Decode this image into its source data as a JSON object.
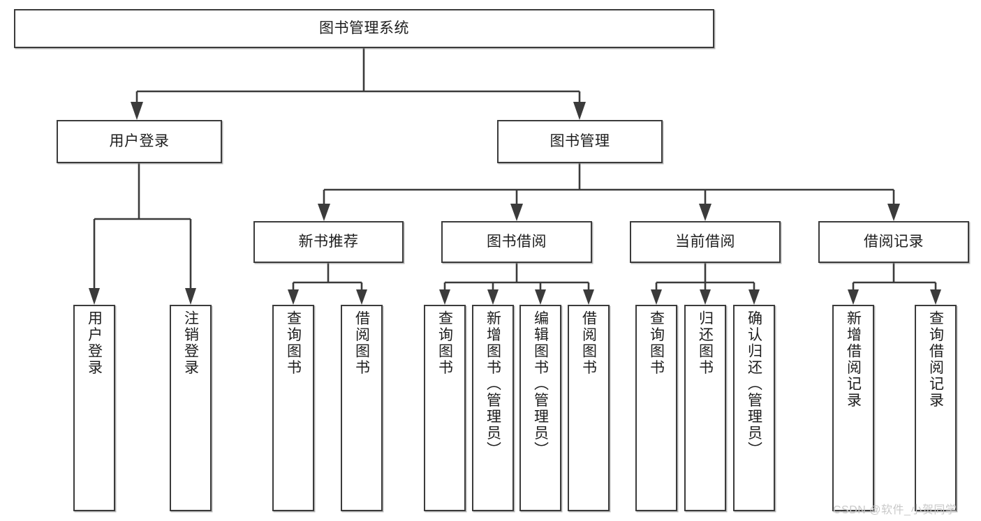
{
  "diagram": {
    "type": "tree-hierarchy-chart",
    "title": "图书管理系统",
    "watermark": "CSDN @软件_小贺同学",
    "colors": {
      "box_border": "#3b3b3b",
      "box_fill": "#ffffff",
      "connector": "#3b3b3b",
      "text": "#1d1d1d",
      "watermark": "#c9c9c9"
    },
    "levels": {
      "root": {
        "label": "图书管理系统"
      },
      "level2": [
        {
          "label": "用户登录"
        },
        {
          "label": "图书管理"
        }
      ],
      "level3": [
        {
          "label": "新书推荐"
        },
        {
          "label": "图书借阅"
        },
        {
          "label": "当前借阅"
        },
        {
          "label": "借阅记录"
        }
      ],
      "leaves": {
        "user_login": [
          {
            "label": "用户登录"
          },
          {
            "label": "注销登录"
          }
        ],
        "new_book_recommend": [
          {
            "label": "查询图书"
          },
          {
            "label": "借阅图书"
          }
        ],
        "book_borrow": [
          {
            "label": "查询图书"
          },
          {
            "label": "新增图书（管理员）"
          },
          {
            "label": "编辑图书（管理员）"
          },
          {
            "label": "借阅图书"
          }
        ],
        "current_borrow": [
          {
            "label": "查询图书"
          },
          {
            "label": "归还图书"
          },
          {
            "label": "确认归还（管理员）"
          }
        ],
        "borrow_record": [
          {
            "label": "新增借阅记录"
          },
          {
            "label": "查询借阅记录"
          }
        ]
      }
    }
  }
}
